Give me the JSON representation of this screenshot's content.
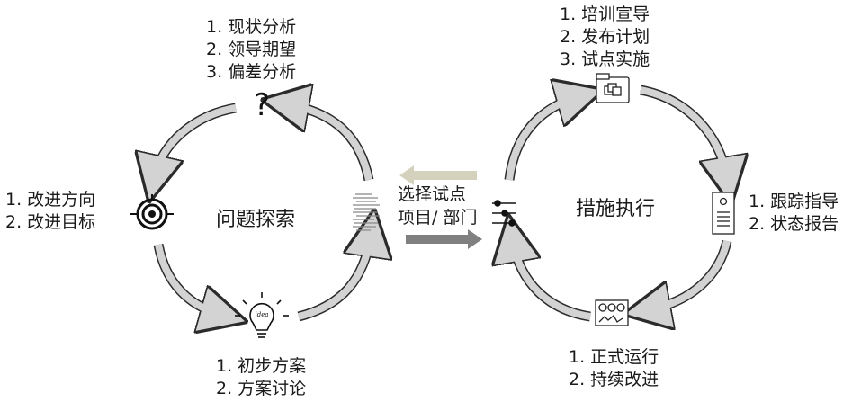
{
  "left_cycle": {
    "title": "问题探索",
    "top_list": [
      "1. 现状分析",
      "2. 领导期望",
      "3. 偏差分析"
    ],
    "left_list": [
      "1. 改进方向",
      "2. 改进目标"
    ],
    "bottom_list": [
      "1. 初步方案",
      "2. 方案讨论"
    ],
    "icon_top": "question-mark-icon",
    "icon_left": "target-icon",
    "icon_bottom": "idea-bulb-icon",
    "icon_right": "text-lines-icon"
  },
  "bridge": {
    "line1": "选择试点",
    "line2": "项目/ 部门",
    "arrow_back_color": "#d4d2bd",
    "arrow_forward_color": "#808080"
  },
  "right_cycle": {
    "title": "措施执行",
    "top_list": [
      "1. 培训宣导",
      "2. 发布计划",
      "3. 试点实施"
    ],
    "right_list": [
      "1. 跟踪指导",
      "2. 状态报告"
    ],
    "bottom_list": [
      "1. 正式运行",
      "2. 持续改进"
    ],
    "icon_top": "folder-icon",
    "icon_right": "report-panel-icon",
    "icon_bottom": "dashboard-icon",
    "icon_left": "sliders-icon"
  },
  "colors": {
    "arrow_fill": "#d3d3d3",
    "arrow_stroke": "#2b2b2b",
    "text": "#1a1a1a"
  }
}
